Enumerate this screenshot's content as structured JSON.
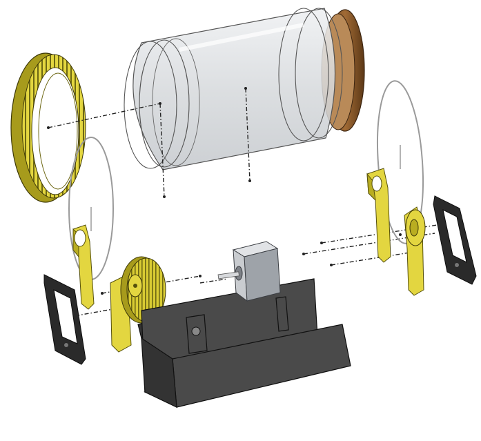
{
  "scene": {
    "parts": [
      {
        "name": "jar",
        "color": "#d9dcdf"
      },
      {
        "name": "jar-lid-ring",
        "color": "#8a5a2b"
      },
      {
        "name": "ring-gear",
        "color": "#e3d640"
      },
      {
        "name": "drive-gear",
        "color": "#e3d640"
      },
      {
        "name": "roller-bracket",
        "color": "#e3d640"
      },
      {
        "name": "end-frame",
        "color": "#2a2a2a"
      },
      {
        "name": "base-tray",
        "color": "#4a4a4a"
      },
      {
        "name": "stepper-motor",
        "color": "#b7bbc0"
      }
    ]
  }
}
